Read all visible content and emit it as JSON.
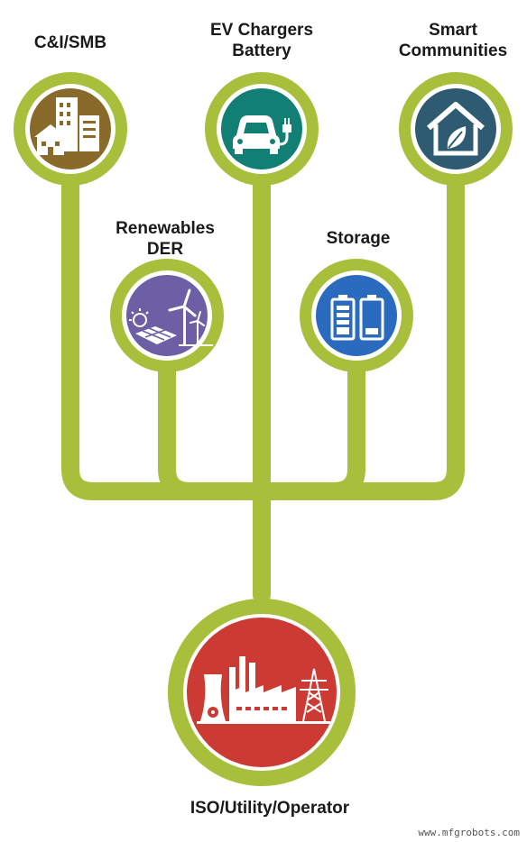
{
  "nodes": {
    "ci_smb": {
      "label": [
        "C&I/SMB"
      ],
      "color": "#8a6a2a",
      "icon": "buildings-icon"
    },
    "ev": {
      "label": [
        "EV Chargers",
        "Battery"
      ],
      "color": "#117f73",
      "icon": "ev-charger-icon"
    },
    "smart": {
      "label": [
        "Smart",
        "Communities"
      ],
      "color": "#2e5b72",
      "icon": "eco-home-icon"
    },
    "renewables": {
      "label": [
        "Renewables",
        "DER"
      ],
      "color": "#6d5fa6",
      "icon": "solar-wind-icon"
    },
    "storage": {
      "label": [
        "Storage"
      ],
      "color": "#2a6bbf",
      "icon": "battery-storage-icon"
    },
    "iso": {
      "label": [
        "ISO/Utility/Operator"
      ],
      "color": "#cc3b33",
      "icon": "power-plant-icon"
    }
  },
  "ring_color": "#a7bf3a",
  "watermark": "www.mfgrobots.com"
}
